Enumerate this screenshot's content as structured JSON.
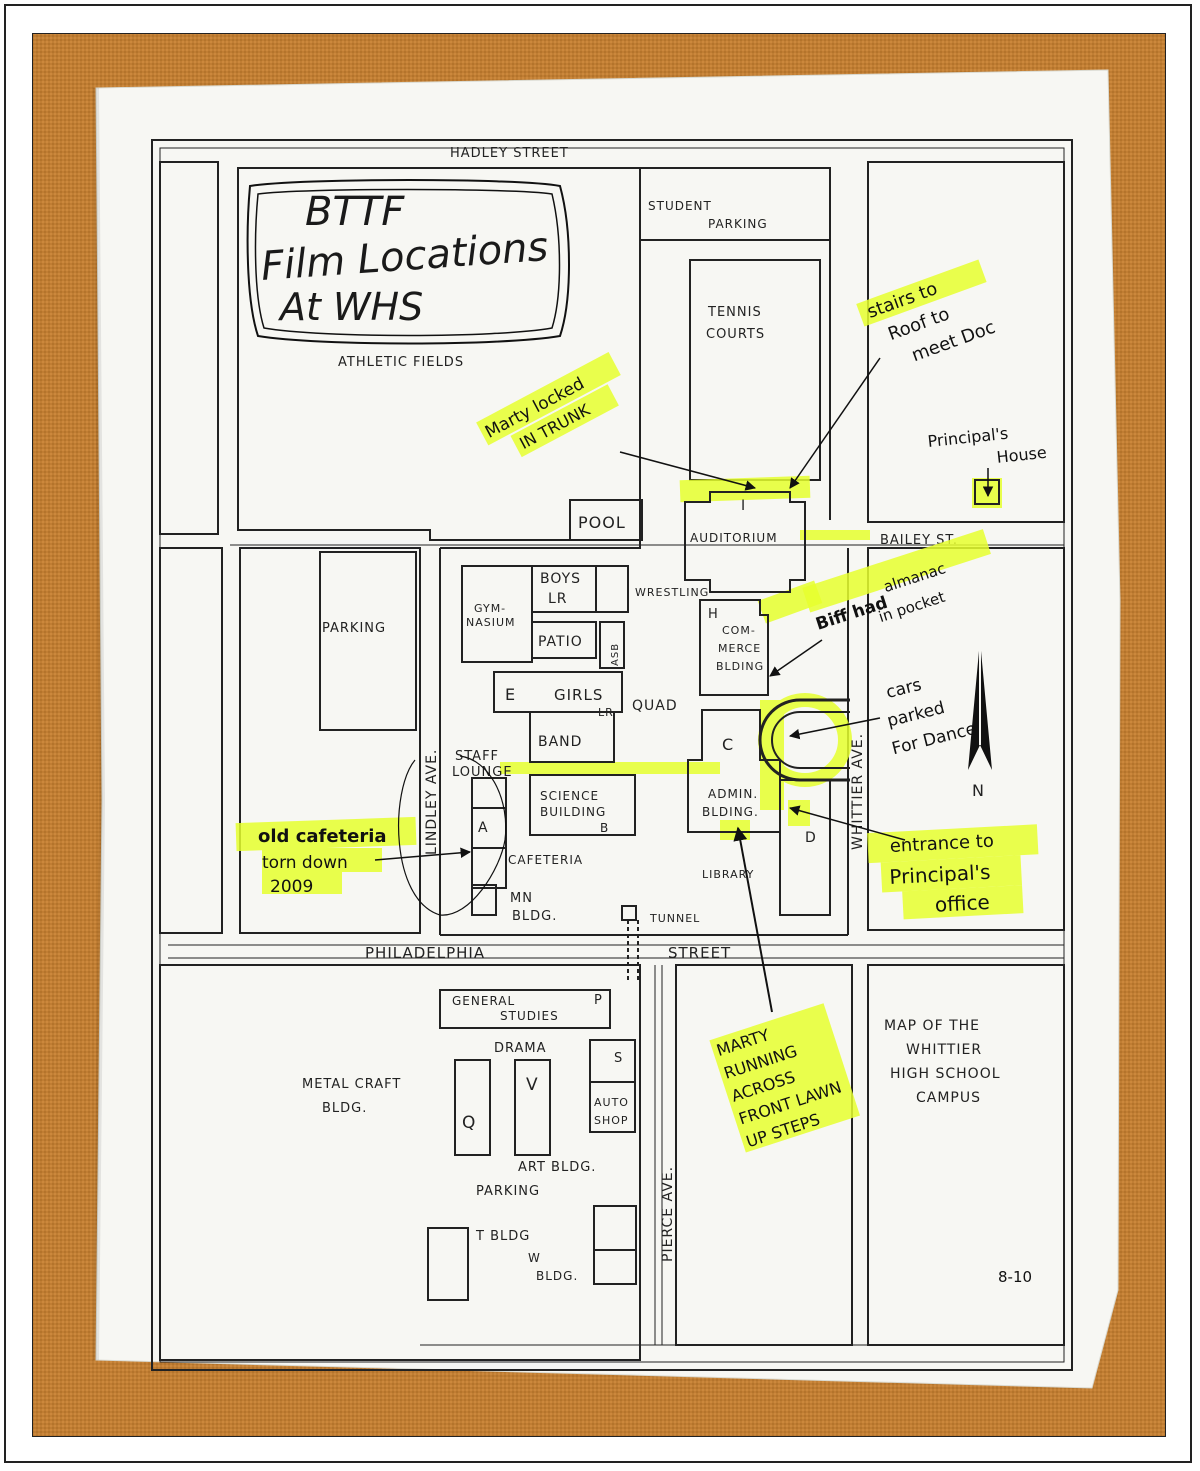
{
  "title": {
    "line1": "BTTF",
    "line2": "Film Locations",
    "line3": "At WHS"
  },
  "streets": {
    "hadley": "HADLEY STREET",
    "bailey": "BAILEY ST.",
    "philadelphia_a": "PHILADELPHIA",
    "philadelphia_b": "STREET",
    "lindley": "LINDLEY AVE.",
    "whittier": "WHITTIER AVE.",
    "pierce": "PIERCE AVE."
  },
  "areas": {
    "athletic_fields": "ATHLETIC FIELDS",
    "student_parking_1": "STUDENT",
    "student_parking_2": "PARKING",
    "tennis_1": "TENNIS",
    "tennis_2": "COURTS",
    "parking_west": "PARKING",
    "parking_south": "PARKING",
    "quad": "QUAD"
  },
  "buildings": {
    "pool": "POOL",
    "auditorium_letter": "I",
    "auditorium": "AUDITORIUM",
    "boys_lr_1": "BOYS",
    "boys_lr_2": "LR",
    "wrestling": "WRESTLING",
    "gym_1": "GYM-",
    "gym_2": "NASIUM",
    "patio": "PATIO",
    "asb": "ASB",
    "commerce_letter": "H",
    "commerce_1": "COM-",
    "commerce_2": "MERCE",
    "commerce_3": "BLDING",
    "e_letter": "E",
    "girls": "GIRLS",
    "girls_lr": "LR",
    "band": "BAND",
    "staff_1": "STAFF",
    "staff_2": "LOUNGE",
    "science_1": "SCIENCE",
    "science_2": "BUILDING",
    "science_letter": "B",
    "admin_letter": "C",
    "admin_1": "ADMIN.",
    "admin_2": "BLDING.",
    "d_letter": "D",
    "a_letter": "A",
    "cafeteria": "CAFETERIA",
    "library": "LIBRARY",
    "mn_1": "MN",
    "mn_2": "BLDG.",
    "tunnel": "TUNNEL",
    "general_1": "GENERAL",
    "general_2": "STUDIES",
    "p_letter": "P",
    "drama": "DRAMA",
    "s_letter": "S",
    "auto_1": "AUTO",
    "auto_2": "SHOP",
    "metal_1": "METAL CRAFT",
    "metal_2": "BLDG.",
    "q_letter": "Q",
    "v_letter": "V",
    "art": "ART BLDG.",
    "t_bldg": "T BLDG",
    "w_1": "W",
    "w_2": "BLDG."
  },
  "legend": {
    "map_title_1": "MAP OF THE",
    "map_title_2": "WHITTIER",
    "map_title_3": "HIGH SCHOOL",
    "map_title_4": "CAMPUS",
    "north": "N",
    "page_code": "8-10"
  },
  "notes": {
    "marty_trunk_1": "Marty locked",
    "marty_trunk_2": "IN TRUNK",
    "stairs_1": "stairs to",
    "stairs_2": "Roof to",
    "stairs_3": "meet Doc",
    "principal_house_1": "Principal's",
    "principal_house_2": "House",
    "biff_1": "Biff had",
    "biff_2": "almanac",
    "biff_3": "in pocket",
    "cars_1": "cars",
    "cars_2": "parked",
    "cars_3": "For Dance",
    "entrance_1": "entrance to",
    "entrance_2": "Principal's",
    "entrance_3": "office",
    "cafeteria_1": "old cafeteria",
    "cafeteria_2": "torn down",
    "cafeteria_3": "2009",
    "running_1": "MARTY",
    "running_2": "RUNNING",
    "running_3": "ACROSS",
    "running_4": "FRONT LAWN",
    "running_5": "UP STEPS"
  },
  "colors": {
    "highlighter": "#e6ff2e",
    "corkboard": "#c8802f",
    "paper": "#f7f7f3",
    "ink": "#222222"
  }
}
